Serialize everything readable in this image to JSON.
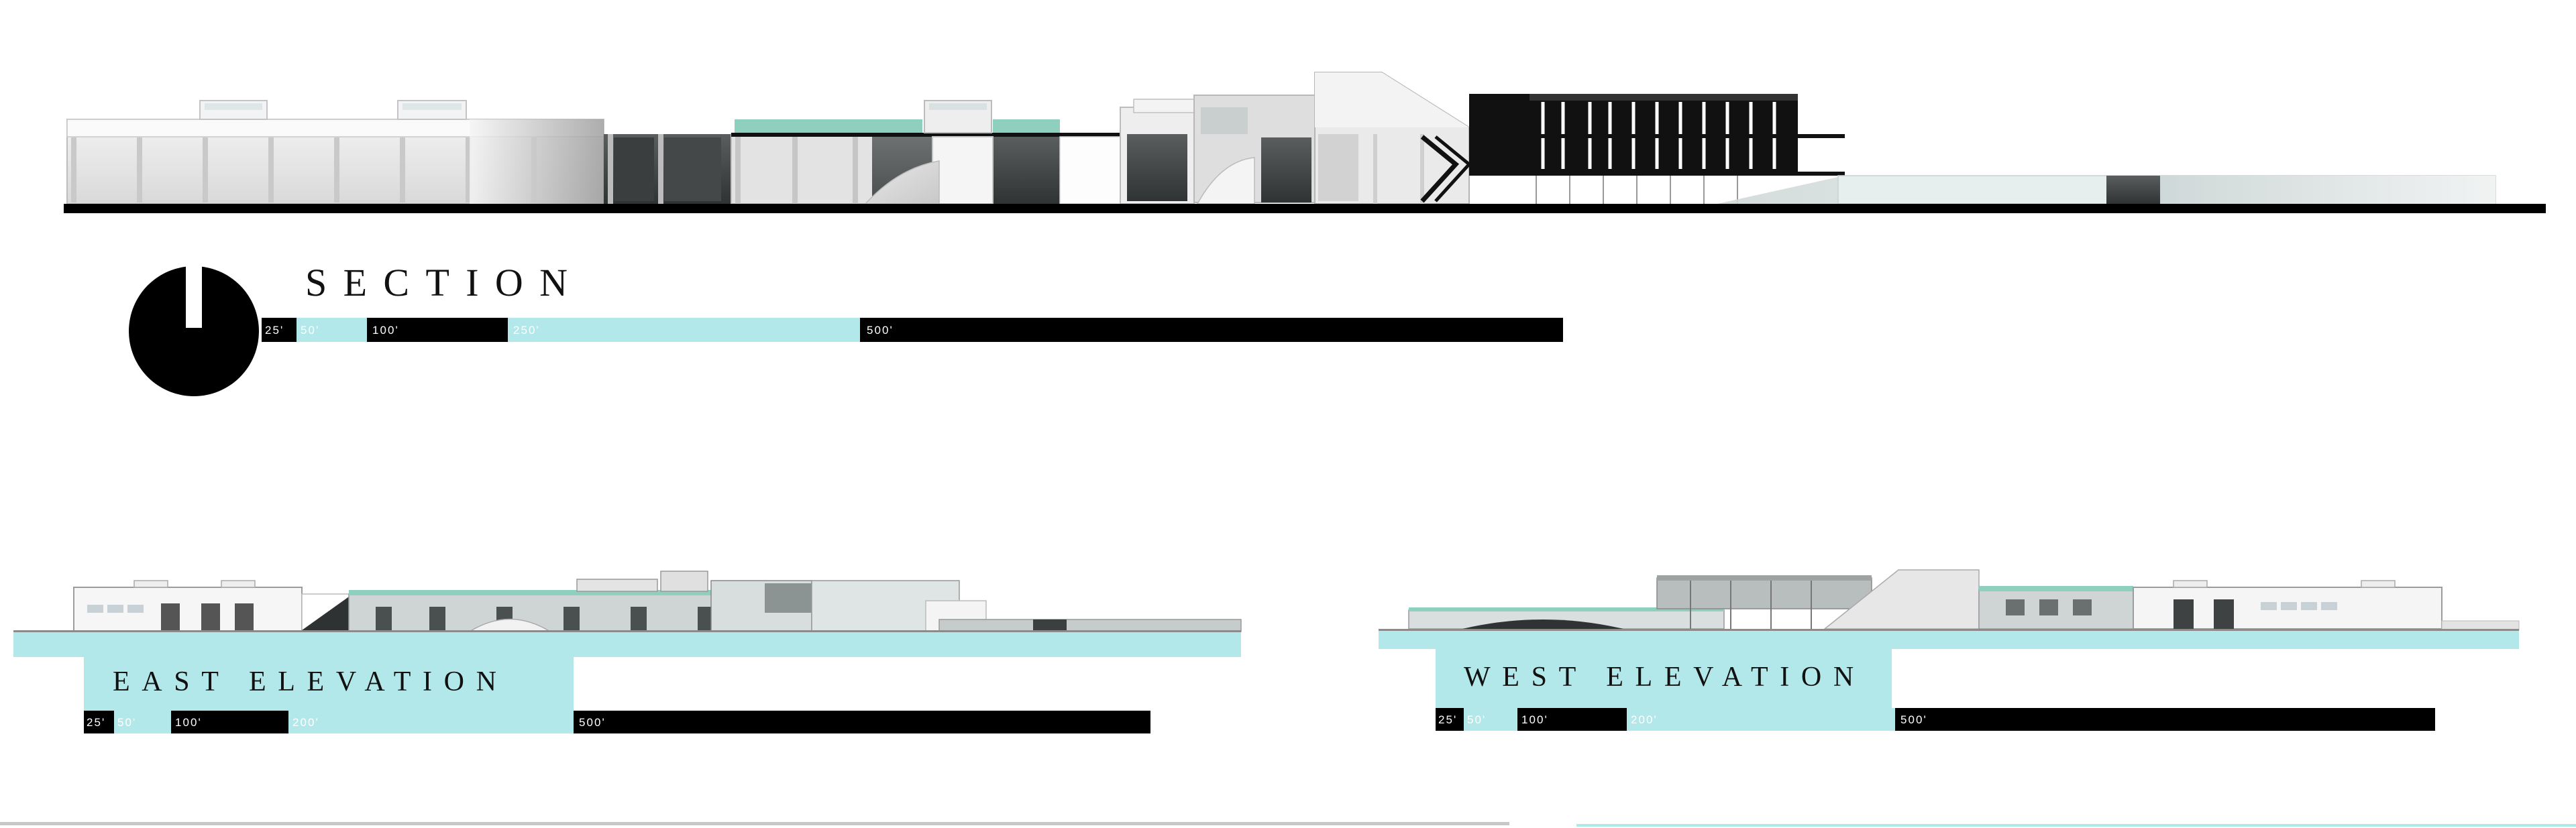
{
  "section": {
    "title": "SECTION",
    "scale": [
      "25'",
      "50'",
      "100'",
      "250'",
      "500'"
    ]
  },
  "east": {
    "title": "EAST ELEVATION",
    "scale": [
      "25'",
      "50'",
      "100'",
      "200'",
      "500'"
    ]
  },
  "west": {
    "title": "WEST ELEVATION",
    "scale": [
      "25'",
      "50'",
      "100'",
      "200'",
      "500'"
    ]
  },
  "colors": {
    "accent": "#b3e8ea",
    "roof_green": "#8fcfbd",
    "ink": "#000000"
  },
  "icons": {
    "north_arrow": "north-arrow-icon"
  }
}
